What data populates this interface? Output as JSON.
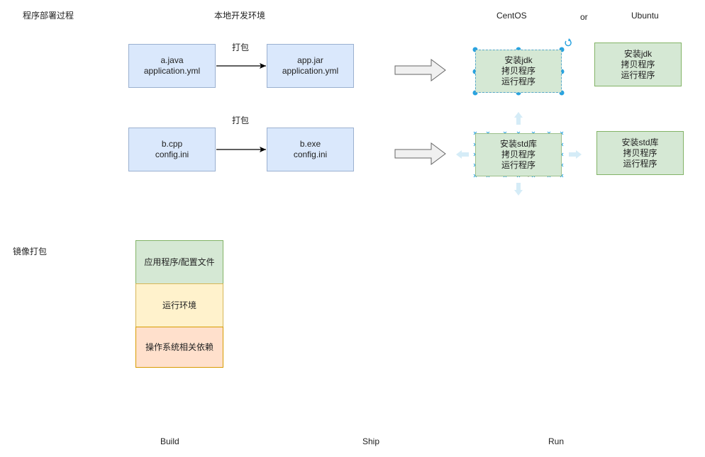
{
  "title": "程序部署过程",
  "local_env": "本地开发环境",
  "os_labels": {
    "centos": "CentOS",
    "or": "or",
    "ubuntu": "Ubuntu"
  },
  "pack_label": "打包",
  "row1": {
    "source": [
      "a.java",
      "application.yml"
    ],
    "package": [
      "app.jar",
      "application.yml"
    ],
    "centos": [
      "安装jdk",
      "拷贝程序",
      "运行程序"
    ],
    "ubuntu": [
      "安装jdk",
      "拷贝程序",
      "运行程序"
    ]
  },
  "row2": {
    "source": [
      "b.cpp",
      "config.ini"
    ],
    "package": [
      "b.exe",
      "config.ini"
    ],
    "centos": [
      "安装std库",
      "拷贝程序",
      "运行程序"
    ],
    "ubuntu": [
      "安装std库",
      "拷贝程序",
      "运行程序"
    ]
  },
  "image_label": "镜像打包",
  "layers": [
    "应用程序/配置文件",
    "运行环境",
    "操作系统相关依赖"
  ],
  "stages": [
    "Build",
    "Ship",
    "Run"
  ],
  "colors": {
    "blue_fill": "#dae8fc",
    "green_fill": "#d5e8d4",
    "yellow_fill": "#fff2cc",
    "orange_fill": "#ffe0cc",
    "selection": "#29a3e0"
  }
}
